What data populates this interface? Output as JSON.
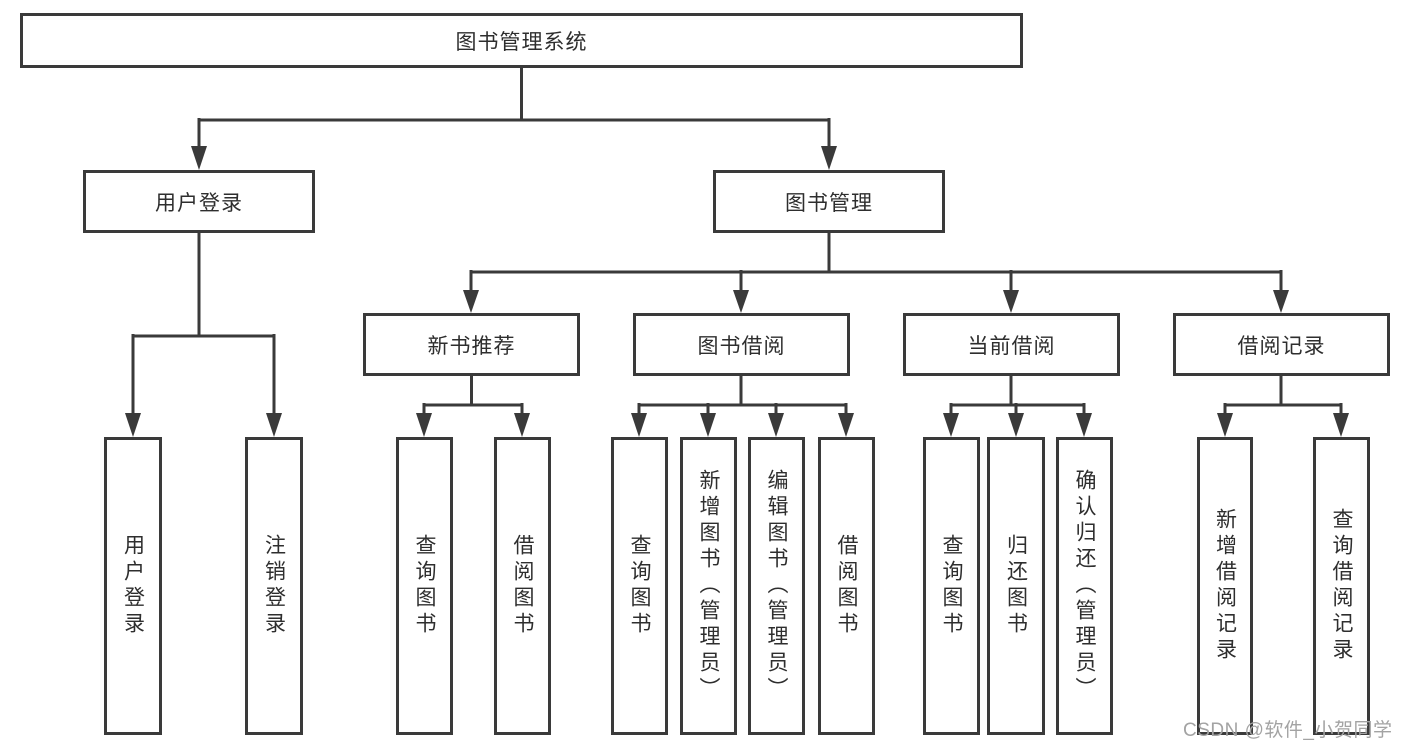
{
  "diagram": {
    "root": {
      "label": "图书管理系统"
    },
    "level2": [
      {
        "label": "用户登录"
      },
      {
        "label": "图书管理"
      }
    ],
    "level3": [
      {
        "label": "新书推荐"
      },
      {
        "label": "图书借阅"
      },
      {
        "label": "当前借阅"
      },
      {
        "label": "借阅记录"
      }
    ],
    "leaves": [
      {
        "label": "用户登录"
      },
      {
        "label": "注销登录"
      },
      {
        "label": "查询图书"
      },
      {
        "label": "借阅图书"
      },
      {
        "label": "查询图书"
      },
      {
        "label": "新增图书（管理员）"
      },
      {
        "label": "编辑图书（管理员）"
      },
      {
        "label": "借阅图书"
      },
      {
        "label": "查询图书"
      },
      {
        "label": "归还图书"
      },
      {
        "label": "确认归还（管理员）"
      },
      {
        "label": "新增借阅记录"
      },
      {
        "label": "查询借阅记录"
      }
    ]
  },
  "watermark": {
    "text": "CSDN @软件_小贺同学"
  },
  "colors": {
    "line": "#3a3a3a",
    "text": "#2e2e2e",
    "watermark": "#a3a3a3",
    "background": "#ffffff"
  }
}
